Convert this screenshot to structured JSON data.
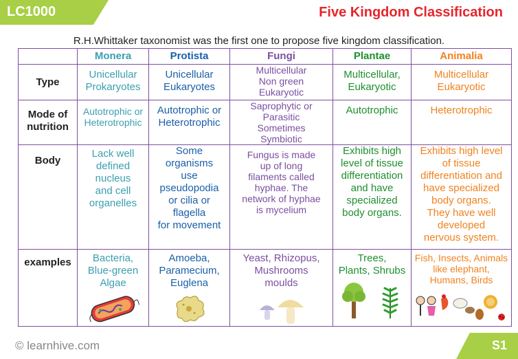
{
  "header": {
    "code": "LC1000",
    "title": "Five Kingdom Classification"
  },
  "intro": "R.H.Whittaker taxonomist was the first one to propose five kingdom classification.",
  "columns": [
    "Monera",
    "Protista",
    "Fungi",
    "Plantae",
    "Animalia"
  ],
  "rows": {
    "type": {
      "label": "Type",
      "monera": [
        "Unicellular",
        "Prokaryotes"
      ],
      "protista": [
        "Unicellular",
        "Eukaryotes"
      ],
      "fungi": [
        "Multicellular",
        "Non green",
        "Eukaryotic"
      ],
      "plantae": [
        "Multicellular,",
        "Eukaryotic"
      ],
      "animalia": [
        "Multicellular",
        "Eukaryotic"
      ]
    },
    "nutrition": {
      "label_line1": "Mode of",
      "label_line2": "nutrition",
      "monera": [
        "Autotrophic or",
        "Heterotrophic"
      ],
      "protista": [
        "Autotrophic or",
        "Heterotrophic"
      ],
      "fungi": [
        "Saprophytic or",
        "Parasitic",
        "Sometimes",
        "Symbiotic"
      ],
      "plantae": [
        "Autotrophic"
      ],
      "animalia": [
        "Heterotrophic"
      ]
    },
    "body": {
      "label": "Body",
      "monera": [
        "Lack well",
        "defined",
        "nucleus",
        "and cell",
        "organelles"
      ],
      "protista": [
        "Some",
        "organisms",
        "use",
        "pseudopodia",
        "or cilia or",
        "flagella",
        "for movement"
      ],
      "fungi": [
        "Fungus is made",
        "up of long",
        "filaments called",
        "hyphae. The",
        "network of hyphae",
        "is mycelium"
      ],
      "plantae": [
        "Exhibits high",
        "level of tissue",
        "differentiation",
        "and have",
        "specialized",
        "body organs."
      ],
      "animalia": [
        "Exhibits high level",
        "of tissue",
        "differentiation and",
        "have specialized",
        "body organs.",
        "They have well",
        "developed",
        "nervous system."
      ]
    },
    "examples": {
      "label": "examples",
      "monera": [
        "Bacteria,",
        "Blue-green",
        "Algae"
      ],
      "protista": [
        "Amoeba,",
        "Paramecium,",
        "Euglena"
      ],
      "fungi": [
        "Yeast, Rhizopus,",
        "Mushrooms",
        "moulds"
      ],
      "plantae": [
        "Trees,",
        "Plants, Shrubs"
      ],
      "animalia": [
        "Fish, Insects, Animals",
        "like elephant,",
        "Humans, Birds"
      ]
    }
  },
  "footer": {
    "copyright": "© learnhive.com",
    "page": "S1"
  },
  "colors": {
    "accent_green": "#a8cf45",
    "title_red": "#e8252b",
    "border": "#7b4ea0",
    "monera": "#3a9fb0",
    "protista": "#1a5fa8",
    "fungi": "#7b4ea0",
    "plantae": "#1e8f2e",
    "animalia": "#f0821e"
  },
  "icons": [
    "bacterium-illustration",
    "amoeba-illustration",
    "mushroom-illustration",
    "tree-illustration",
    "fern-illustration",
    "animals-illustration"
  ]
}
